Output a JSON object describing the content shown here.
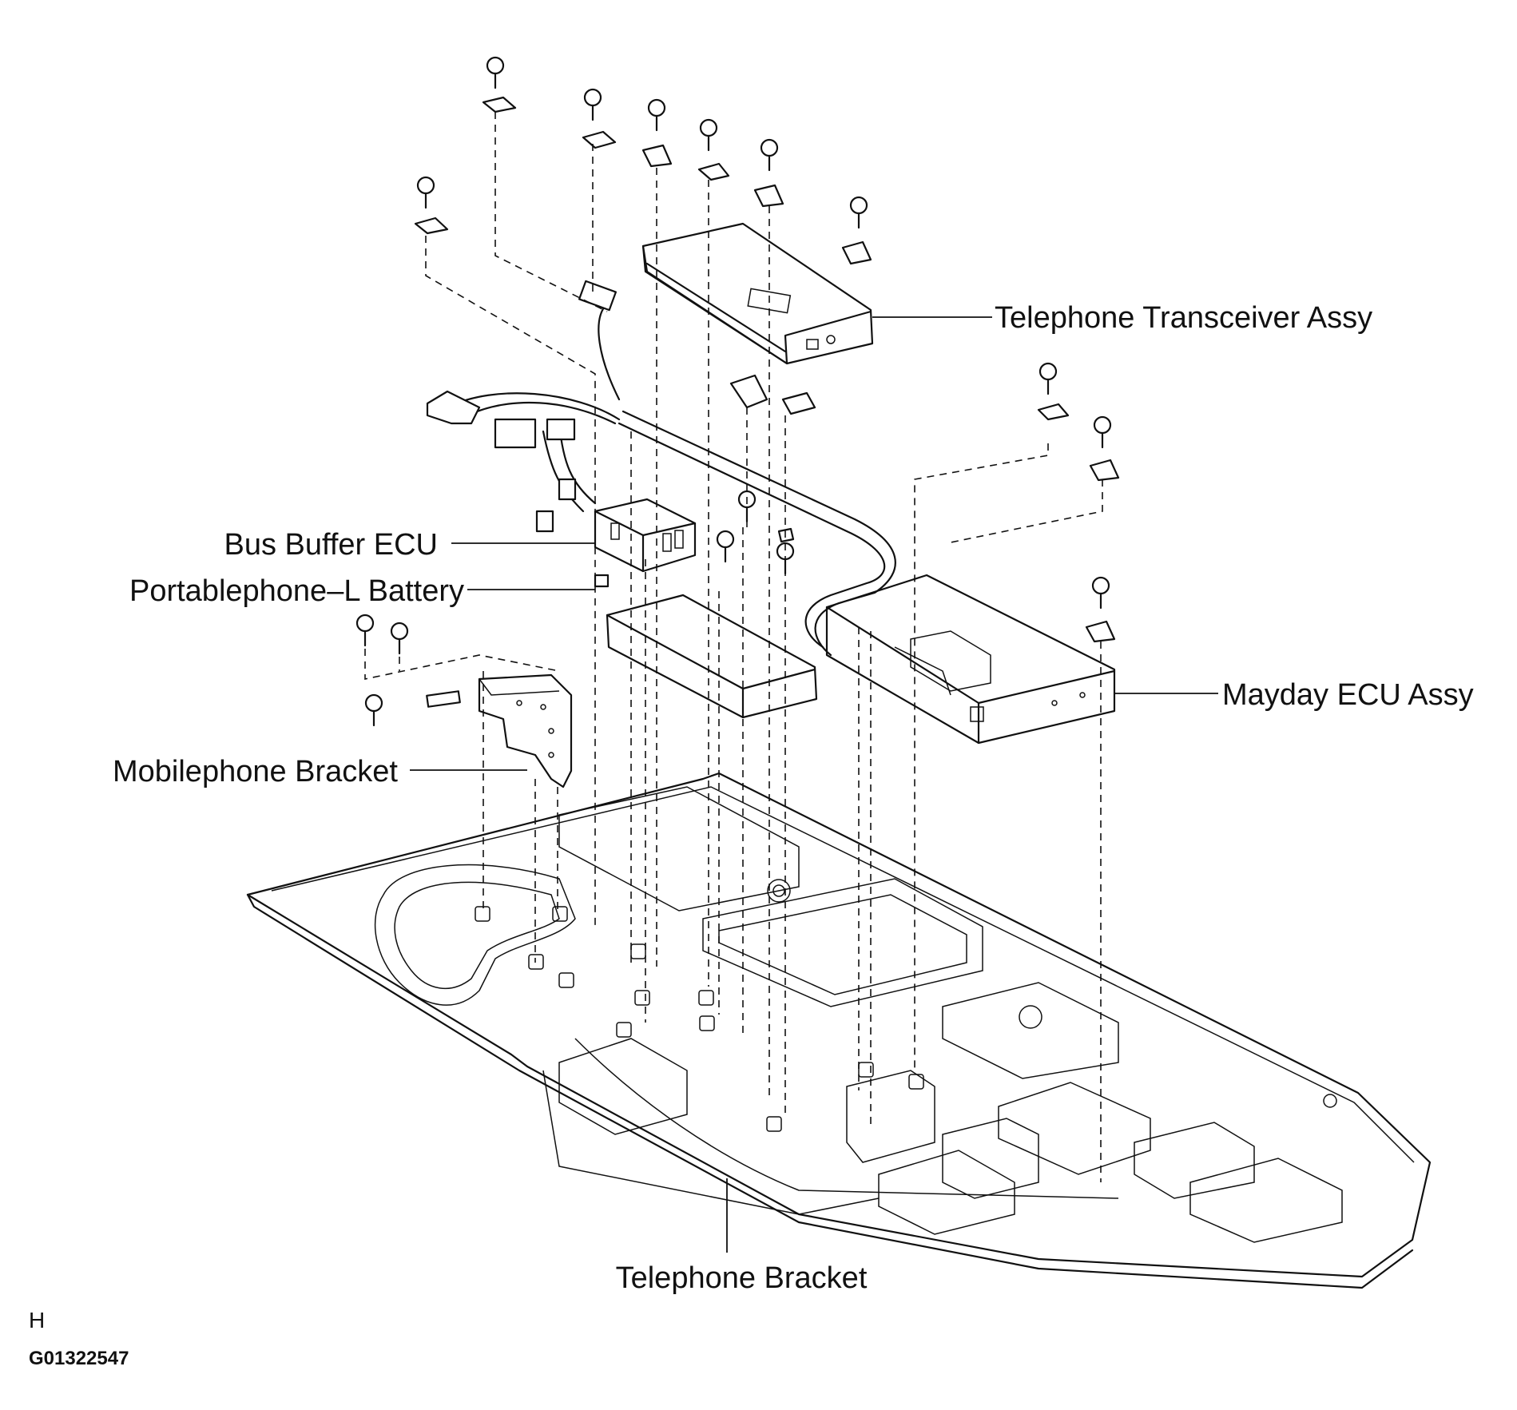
{
  "labels": {
    "telephone_transceiver": "Telephone Transceiver Assy",
    "bus_buffer_ecu": "Bus Buffer ECU",
    "portablephone_battery": "Portablephone–L Battery",
    "mayday_ecu": "Mayday ECU Assy",
    "mobilephone_bracket": "Mobilephone Bracket",
    "telephone_bracket": "Telephone Bracket"
  },
  "view_mark": "H",
  "figure_code": "G01322547"
}
